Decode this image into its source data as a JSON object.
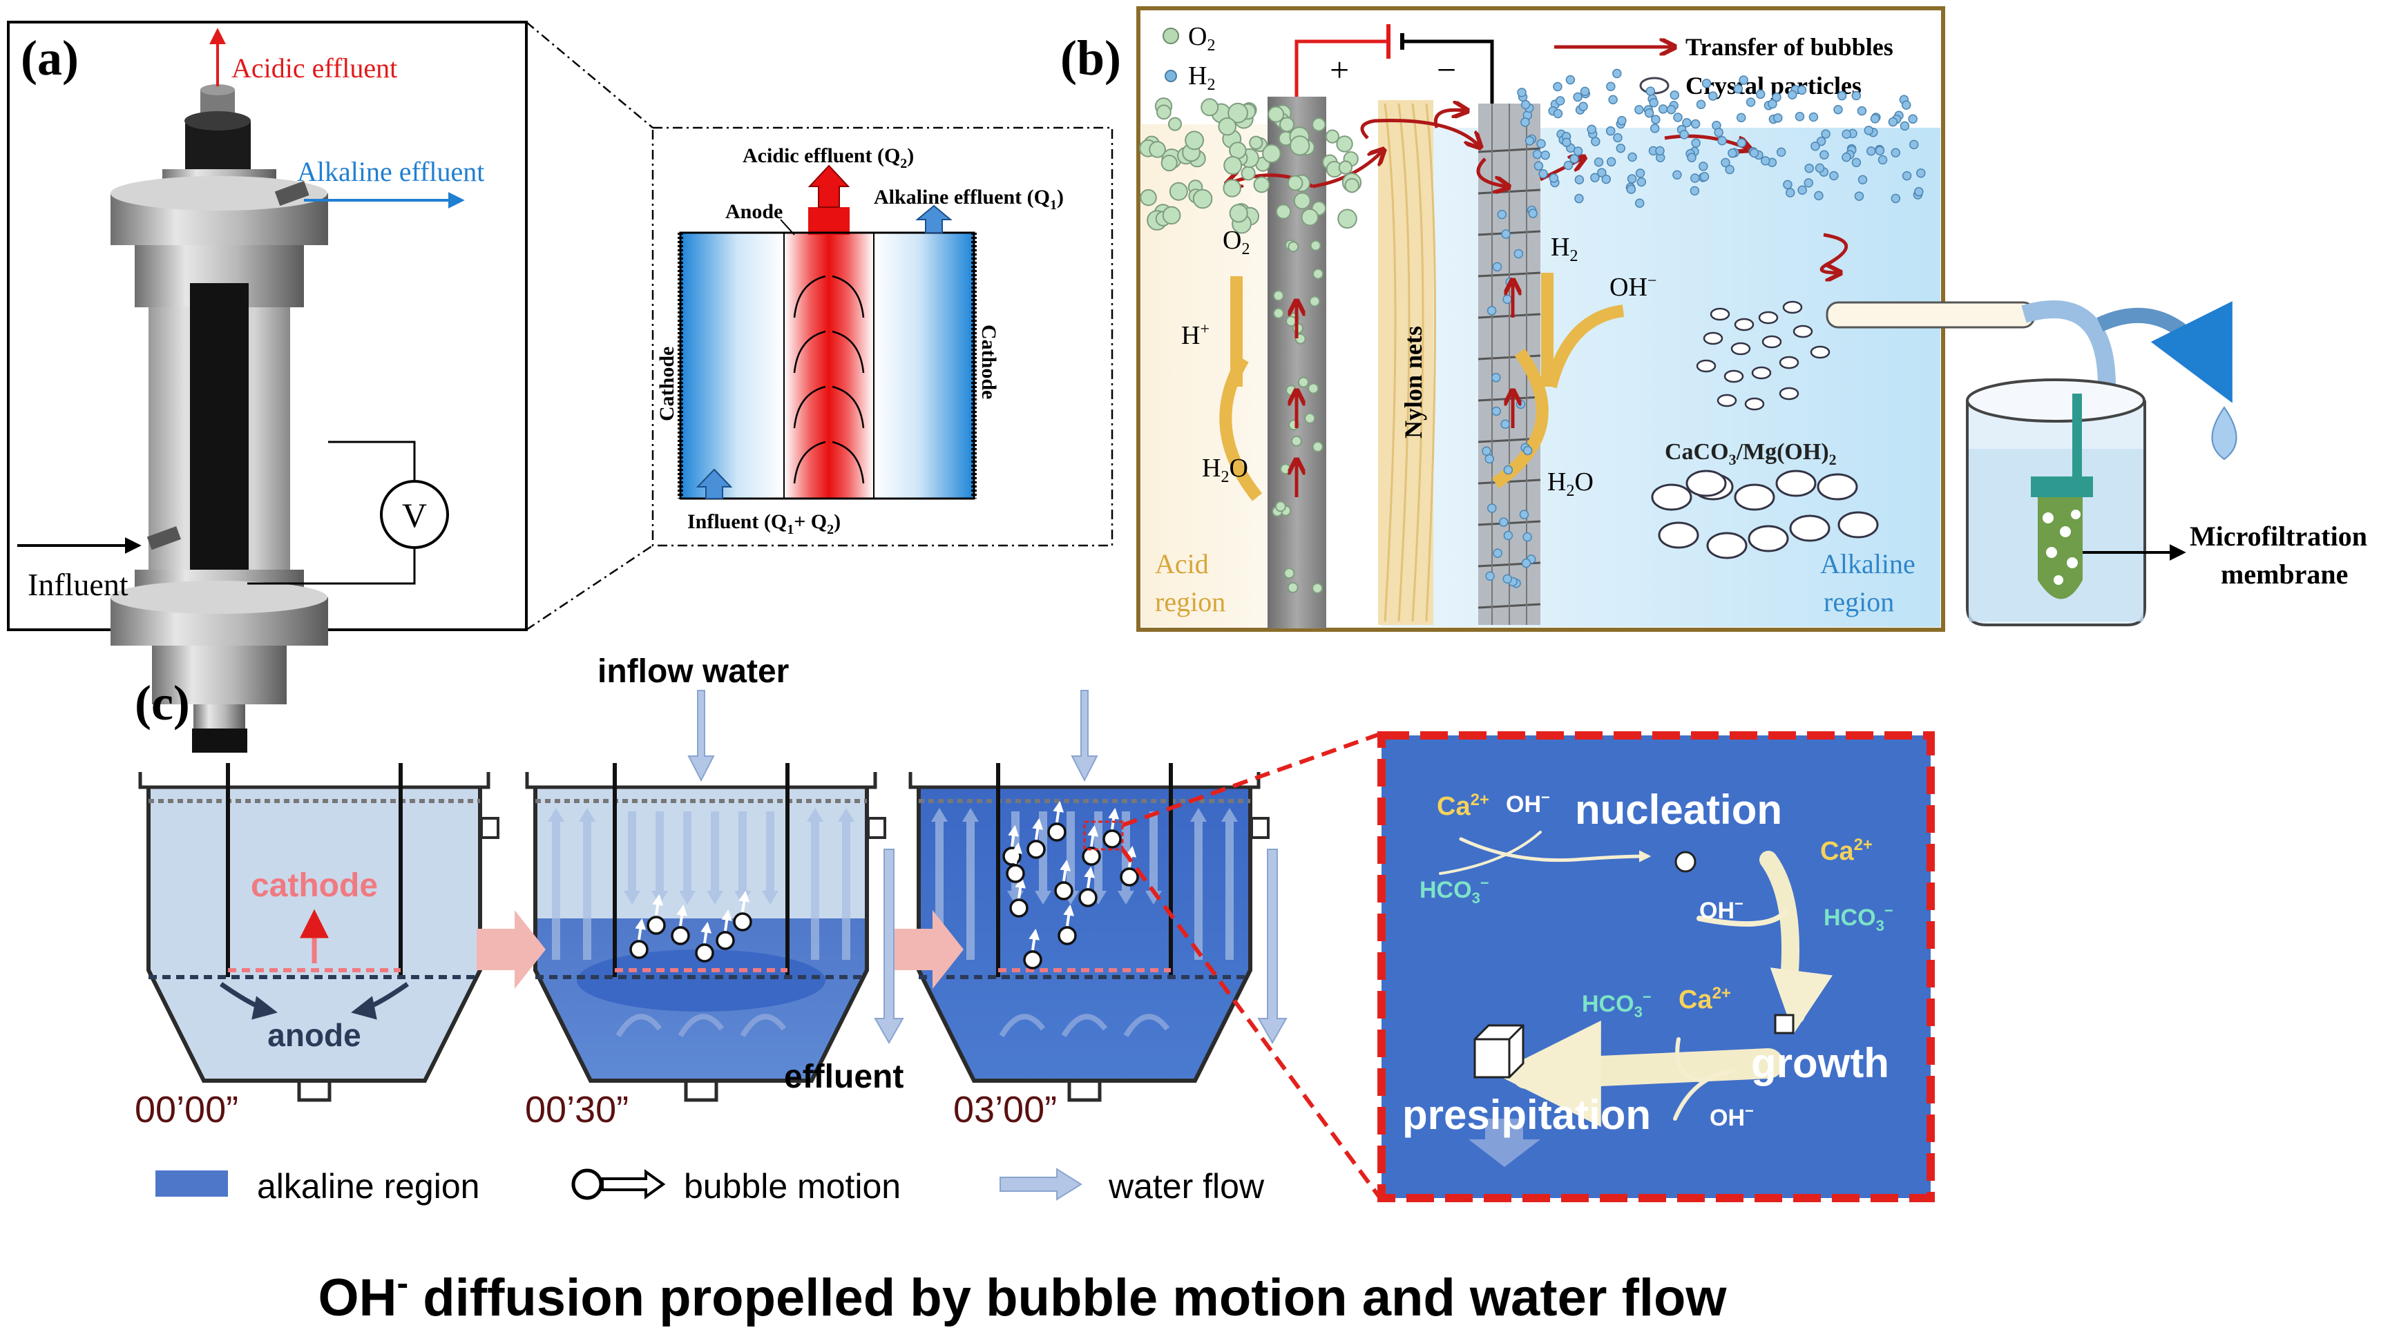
{
  "panel_a": {
    "label": "(a)",
    "acidic_effluent": "Acidic  effluent",
    "alkaline_effluent": "Alkaline effluent",
    "influent": "Influent",
    "voltmeter": "V",
    "detail": {
      "acidic_effluent": "Acidic effluent (Q",
      "acidic_sub": "2",
      "alkaline_effluent": "Alkaline effluent (Q",
      "alkaline_sub": "1",
      "anode": "Anode",
      "cathode_left": "Cathode",
      "cathode_right": "Cathode",
      "influent": "Influent (Q",
      "influent_sub1": "1",
      "influent_mid": "+ Q",
      "influent_sub2": "2",
      "close": ")"
    }
  },
  "panel_b": {
    "label": "(b)",
    "legend_o2": "O",
    "legend_o2_sub": "2",
    "legend_h2": "H",
    "legend_h2_sub": "2",
    "legend_transfer": "Transfer of bubbles",
    "legend_crystal": "Crystal particles",
    "plus": "+",
    "minus": "−",
    "o2": "O",
    "o2_sub": "2",
    "h_plus": "H",
    "h_plus_sup": "+",
    "h2o_left": "H",
    "h2o_left_sub": "2",
    "h2o_left_end": "O",
    "h2": "H",
    "h2_sub": "2",
    "oh": "OH",
    "oh_sup": "−",
    "h2o_right": "H",
    "h2o_right_sub": "2",
    "h2o_right_end": "O",
    "nylon": "Nylon nets",
    "crystal_formula": "CaCO",
    "crystal_sub": "3",
    "crystal_mid": "/Mg(OH)",
    "crystal_sub2": "2",
    "acid_region_1": "Acid",
    "acid_region_2": "region",
    "alkaline_region_1": "Alkaline",
    "alkaline_region_2": "region",
    "membrane_1": "Microfiltration",
    "membrane_2": "membrane"
  },
  "panel_c": {
    "label": "(c)",
    "inflow_water": "inflow water",
    "cathode": "cathode",
    "anode": "anode",
    "effluent": "effluent",
    "time_1": "00’00”",
    "time_2": "00’30”",
    "time_3": "03’00”",
    "legend_alkaline": "alkaline region",
    "legend_bubble": "bubble motion",
    "legend_water": "water flow",
    "zoom": {
      "ca1": "Ca",
      "ca1_sup": "2+",
      "oh1": "OH",
      "oh1_sup": "−",
      "nucleation": "nucleation",
      "hco1": "HCO",
      "hco1_sub": "3",
      "hco1_sup": "−",
      "ca2": "Ca",
      "ca2_sup": "2+",
      "oh2": "OH",
      "oh2_sup": "−",
      "hco2": "HCO",
      "hco2_sub": "3",
      "hco2_sup": "−",
      "hco3": "HCO",
      "hco3_sub": "3",
      "hco3_sup": "−",
      "ca3": "Ca",
      "ca3_sup": "2+",
      "growth": "growth",
      "presipitation": "presipitation",
      "oh3": "OH",
      "oh3_sup": "−"
    }
  },
  "caption": {
    "pre": "OH",
    "sup": "-",
    "rest": " diffusion propelled by bubble motion and water flow"
  },
  "colors": {
    "acid_red": "#e11b1b",
    "alkaline_blue": "#1f7fd1",
    "dark_red_arrow": "#b01818",
    "zoom_bg": "#3f6fc9",
    "zoom_border": "#e3211c",
    "tank_fill": "#c9d9ec",
    "alkaline_fill": "#3b68c4",
    "bubble_blue": "#8fb3d8",
    "time_color": "#5a1010"
  }
}
